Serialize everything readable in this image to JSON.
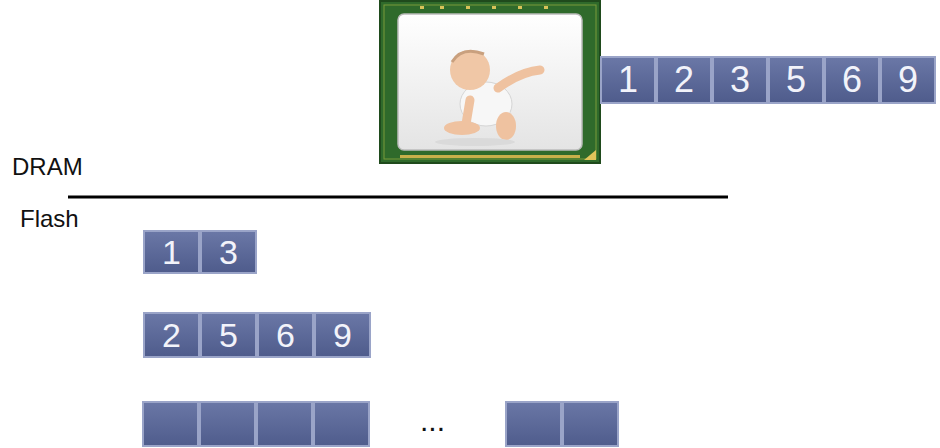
{
  "diagram": {
    "nodes": [
      {
        "text": [
          "1"
        ]
      },
      {
        "text": [
          "2"
        ]
      },
      {
        "text": [
          "3"
        ]
      },
      {
        "text": [
          "5"
        ]
      },
      {
        "text": [
          "6"
        ]
      },
      {
        "text": [
          "9"
        ]
      },
      {
        "text": [
          "1"
        ]
      },
      {
        "text": [
          "3"
        ]
      },
      {
        "text": [
          "2"
        ]
      },
      {
        "text": [
          "5"
        ]
      },
      {
        "text": [
          "6"
        ]
      },
      {
        "text": [
          "9"
        ]
      }
    ],
    "labels": [
      "DRAM",
      "Flash",
      "..."
    ]
  }
}
